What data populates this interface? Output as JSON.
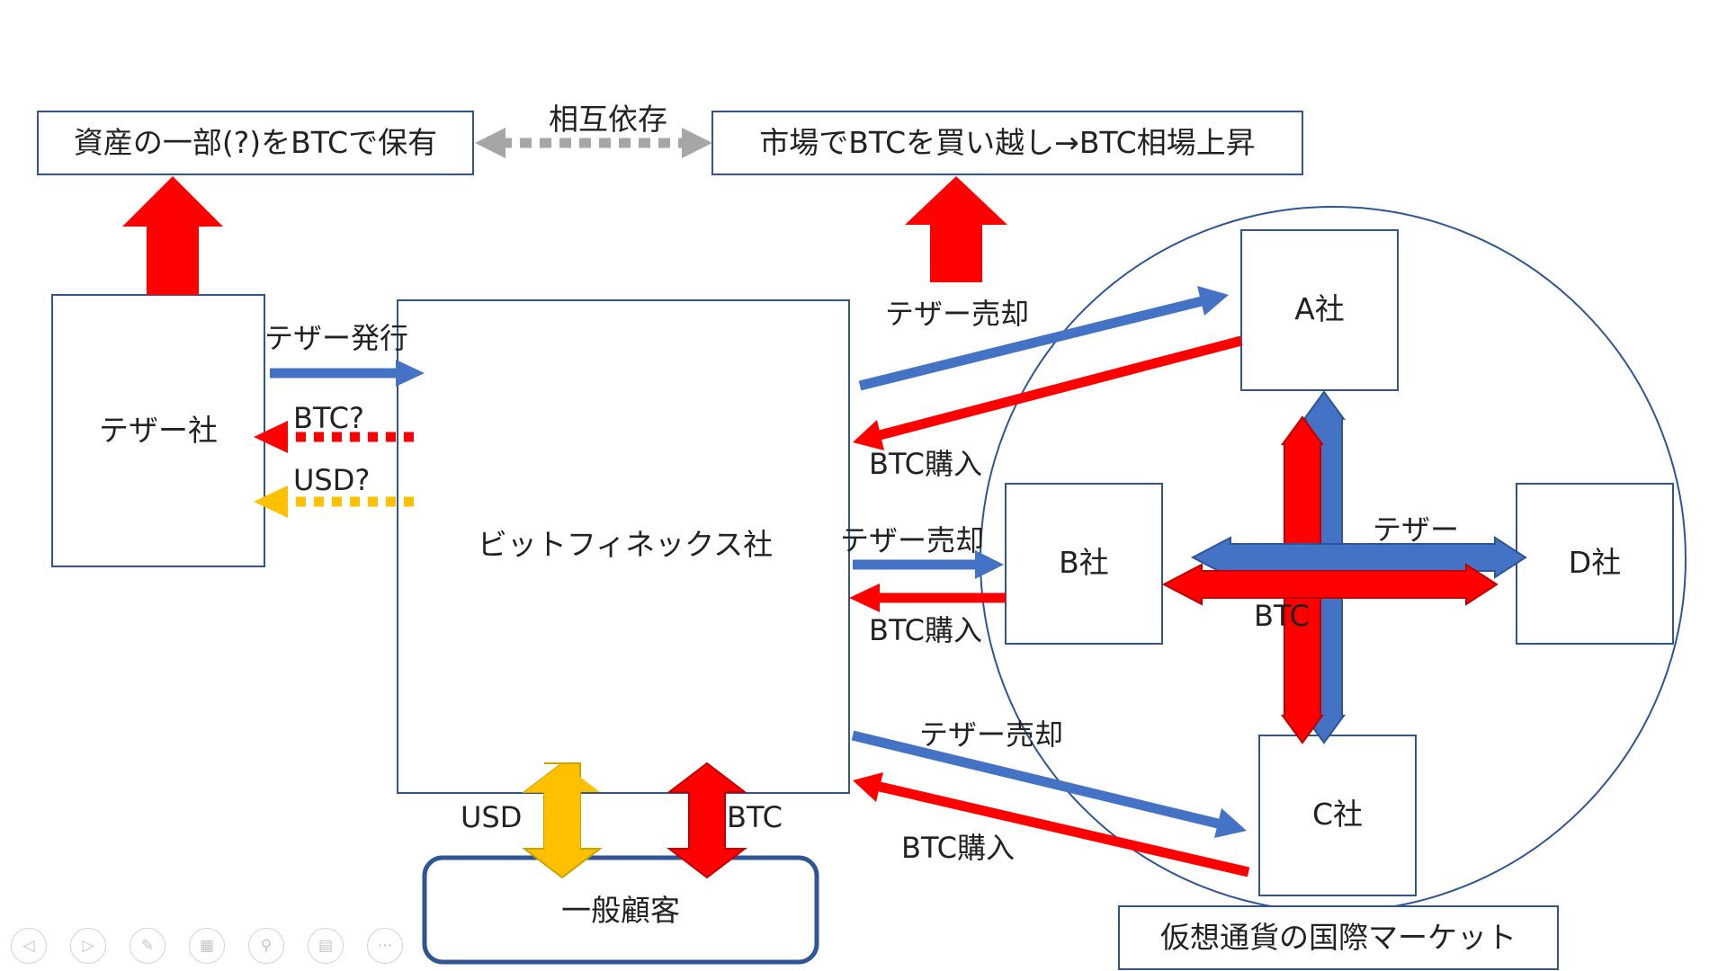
{
  "boxes": {
    "asset_holding": "資産の一部(?)をBTCで保有",
    "market_buy": "市場でBTCを買い越し→BTC相場上昇",
    "tether_company": "テザー社",
    "bitfinex": "ビットフィネックス社",
    "company_a": "A社",
    "company_b": "B社",
    "company_c": "C社",
    "company_d": "D社",
    "general_customers": "一般顧客",
    "international_market": "仮想通貨の国際マーケット"
  },
  "labels": {
    "mutual_dependence": "相互依存",
    "tether_issue": "テザー発行",
    "btc_question": "BTC?",
    "usd_question": "USD?",
    "tether_sale_a": "テザー売却",
    "btc_buy_a": "BTC購入",
    "tether_sale_b": "テザー売却",
    "btc_buy_b": "BTC購入",
    "tether_sale_c": "テザー売却",
    "btc_buy_c": "BTC購入",
    "tether_cross": "テザー",
    "btc_cross": "BTC",
    "usd_customer": "USD",
    "btc_customer": "BTC"
  },
  "colors": {
    "red": "#FF0000",
    "blue": "#4472C4",
    "yellow": "#FFC000",
    "gray": "#A6A6A6",
    "box_border": "#2F5597"
  },
  "nav_icons": [
    "previous-icon",
    "next-icon",
    "pen-icon",
    "slides-grid-icon",
    "zoom-icon",
    "subtitles-icon",
    "more-options-icon"
  ]
}
